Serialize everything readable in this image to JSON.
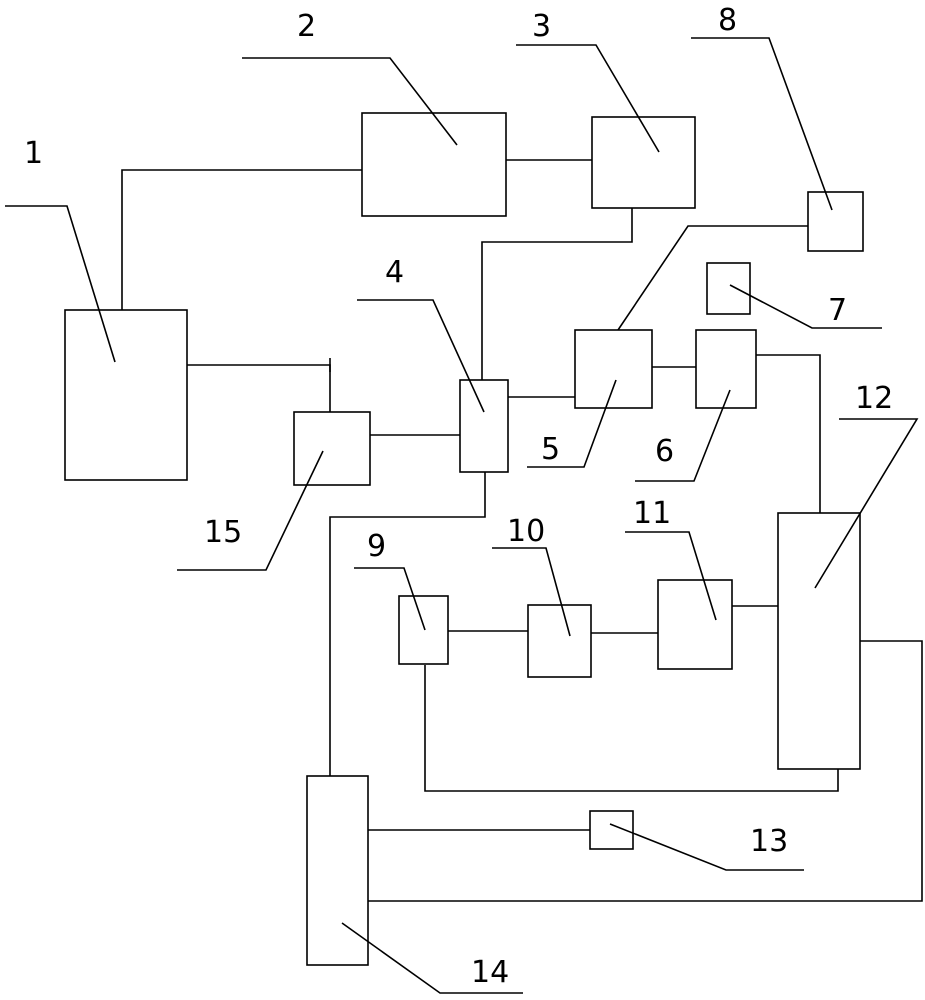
{
  "components": [
    {
      "id": "1",
      "label": "1"
    },
    {
      "id": "2",
      "label": "2"
    },
    {
      "id": "3",
      "label": "3"
    },
    {
      "id": "4",
      "label": "4"
    },
    {
      "id": "5",
      "label": "5"
    },
    {
      "id": "6",
      "label": "6"
    },
    {
      "id": "7",
      "label": "7"
    },
    {
      "id": "8",
      "label": "8"
    },
    {
      "id": "9",
      "label": "9"
    },
    {
      "id": "10",
      "label": "10"
    },
    {
      "id": "11",
      "label": "11"
    },
    {
      "id": "12",
      "label": "12"
    },
    {
      "id": "13",
      "label": "13"
    },
    {
      "id": "14",
      "label": "14"
    },
    {
      "id": "15",
      "label": "15"
    }
  ],
  "connections": [
    [
      "1",
      "2"
    ],
    [
      "2",
      "3"
    ],
    [
      "3",
      "4"
    ],
    [
      "1",
      "15"
    ],
    [
      "15",
      "4"
    ],
    [
      "4",
      "5"
    ],
    [
      "5",
      "8"
    ],
    [
      "5",
      "6"
    ],
    [
      "6",
      "12"
    ],
    [
      "4",
      "14"
    ],
    [
      "9",
      "10"
    ],
    [
      "10",
      "11"
    ],
    [
      "11",
      "12"
    ],
    [
      "9",
      "12"
    ],
    [
      "14",
      "13"
    ],
    [
      "14",
      "12"
    ]
  ]
}
